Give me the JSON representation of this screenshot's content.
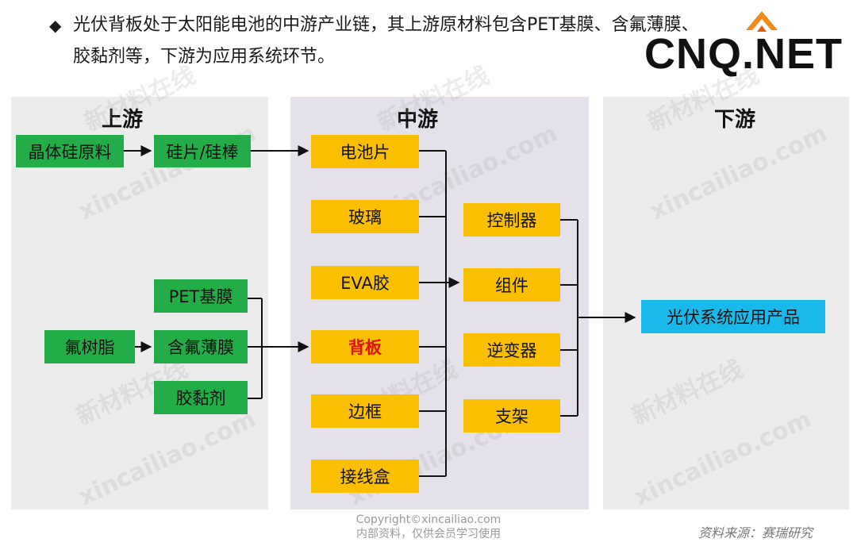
{
  "intro": {
    "bullet": "◆",
    "line1": "光伏背板处于太阳能电池的中游产业链，其上游原材料包含PET基膜、含氟薄膜、",
    "line2": "胶黏剂等，下游为应用系统环节。"
  },
  "logo": {
    "text": "CNQ.NET"
  },
  "panels": {
    "upstream": {
      "title": "上游"
    },
    "midstream": {
      "title": "中游"
    },
    "downstream": {
      "title": "下游"
    }
  },
  "nodes": {
    "crystal_silicon": "晶体硅原料",
    "wafer": "硅片/硅棒",
    "pet_film": "PET基膜",
    "fluororesin": "氟树脂",
    "fluoro_film": "含氟薄膜",
    "adhesive": "胶黏剂",
    "cell": "电池片",
    "glass": "玻璃",
    "eva": "EVA胶",
    "backsheet": "背板",
    "frame": "边框",
    "junction_box": "接线盒",
    "controller": "控制器",
    "module": "组件",
    "inverter": "逆变器",
    "bracket": "支架",
    "pv_products": "光伏系统应用产品"
  },
  "watermarks": {
    "cn": "新材料在线",
    "en": "xincailiao.com"
  },
  "footer": {
    "copyright": "Copyright©xincailiao.com",
    "note": "内部资料，仅供会员学习使用",
    "source": "资料来源：赛瑞研究"
  },
  "colors": {
    "upstream_box": "#23ad48",
    "midstream_box": "#f9bf00",
    "downstream_box": "#1ab9ec",
    "highlight_text": "#e0100f",
    "panel_gray": "#ececec",
    "panel_purple": "#e4e1eb"
  }
}
